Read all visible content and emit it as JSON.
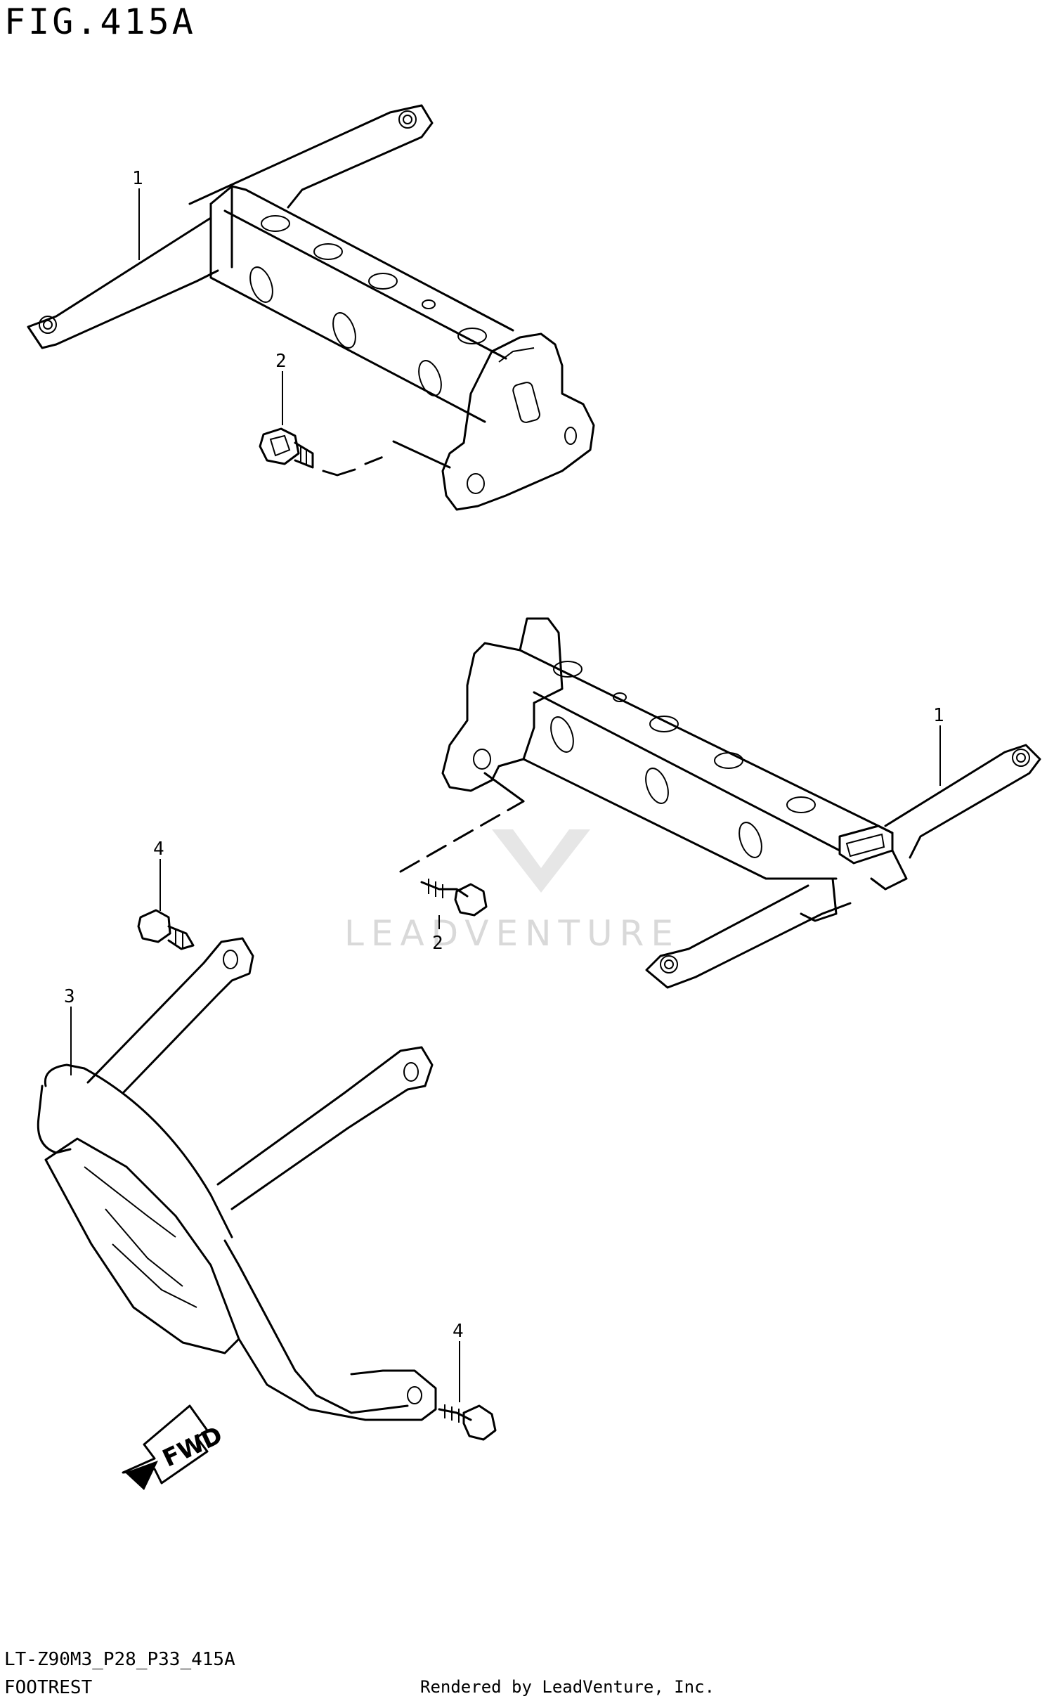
{
  "figure": {
    "title": "FIG.415A",
    "model_code": "LT-Z90M3_P28_P33_415A",
    "section_name": "FOOTREST",
    "render_credit": "Rendered by LeadVenture, Inc."
  },
  "callouts": [
    {
      "id": "callout-1-upper",
      "label": "1"
    },
    {
      "id": "callout-2-upper",
      "label": "2"
    },
    {
      "id": "callout-1-lower",
      "label": "1"
    },
    {
      "id": "callout-2-lower",
      "label": "2"
    },
    {
      "id": "callout-4-upper",
      "label": "4"
    },
    {
      "id": "callout-3",
      "label": "3"
    },
    {
      "id": "callout-4-lower",
      "label": "4"
    }
  ],
  "fwd_arrow": {
    "label": "FWD"
  },
  "watermark": {
    "text": "LEADVENTURE"
  }
}
